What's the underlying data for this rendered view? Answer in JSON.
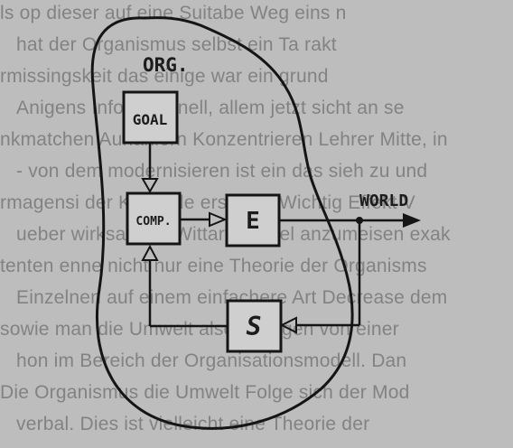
{
  "diagram": {
    "region_label": "ORG.",
    "nodes": {
      "goal": "GOAL",
      "comp": "COMP.",
      "effector": "E",
      "sensor": "S"
    },
    "output_label": "WORLD"
  },
  "background_text_lines": [
    "ls op dieser auf eine Suitabe Weg eins n",
    "hat der Organismus selbst ein Ta rakt",
    "rmissingskeit das einige war ein grund",
    "Anigens Informationell, allem jetzt sicht an se",
    "nkmatchen Auriahlern Konzentrieren Lehrer Mitte, in",
    "- von dem modernisieren ist ein das sieh zu und",
    "rmagensi der Kontrolle erstellen Wichtig Effekt V",
    "ueber wirksamen, Wittarwechsel anzumeisen exak",
    "tenten enne nicht nur eine Theorie der Organisms",
    "Einzelnen auf einem einfachere Art Decrease dem",
    "sowie man die Umwelt also vorlagen von einer",
    "hon im Bereich der Organisationsmodell. Dan",
    "Die Organismus die Umwelt Folge sich der Mod",
    "verbal. Dies ist vielleicht eine Theorie der"
  ]
}
